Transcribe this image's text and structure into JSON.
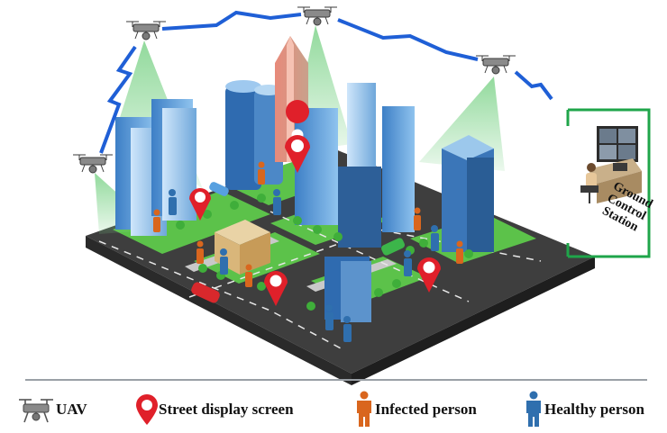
{
  "station": {
    "label_lines": [
      "Ground",
      "Control",
      "Station"
    ]
  },
  "legend": {
    "uav_label": "UAV",
    "screen_label": "Street display screen",
    "infected_label": "Infected person",
    "healthy_label": "Healthy person"
  },
  "colors": {
    "link": "#1f5fd6",
    "beam": "#7ed38a",
    "infected": "#d9661e",
    "healthy": "#2f6fae",
    "marker": "#e0202a",
    "station_frame": "#1fa54a",
    "road": "#4a4a4a",
    "grass": "#5cc24a"
  },
  "icons": [
    "drone-icon",
    "map-pin-icon",
    "person-icon",
    "lightning-link-icon",
    "monitor-icon"
  ]
}
